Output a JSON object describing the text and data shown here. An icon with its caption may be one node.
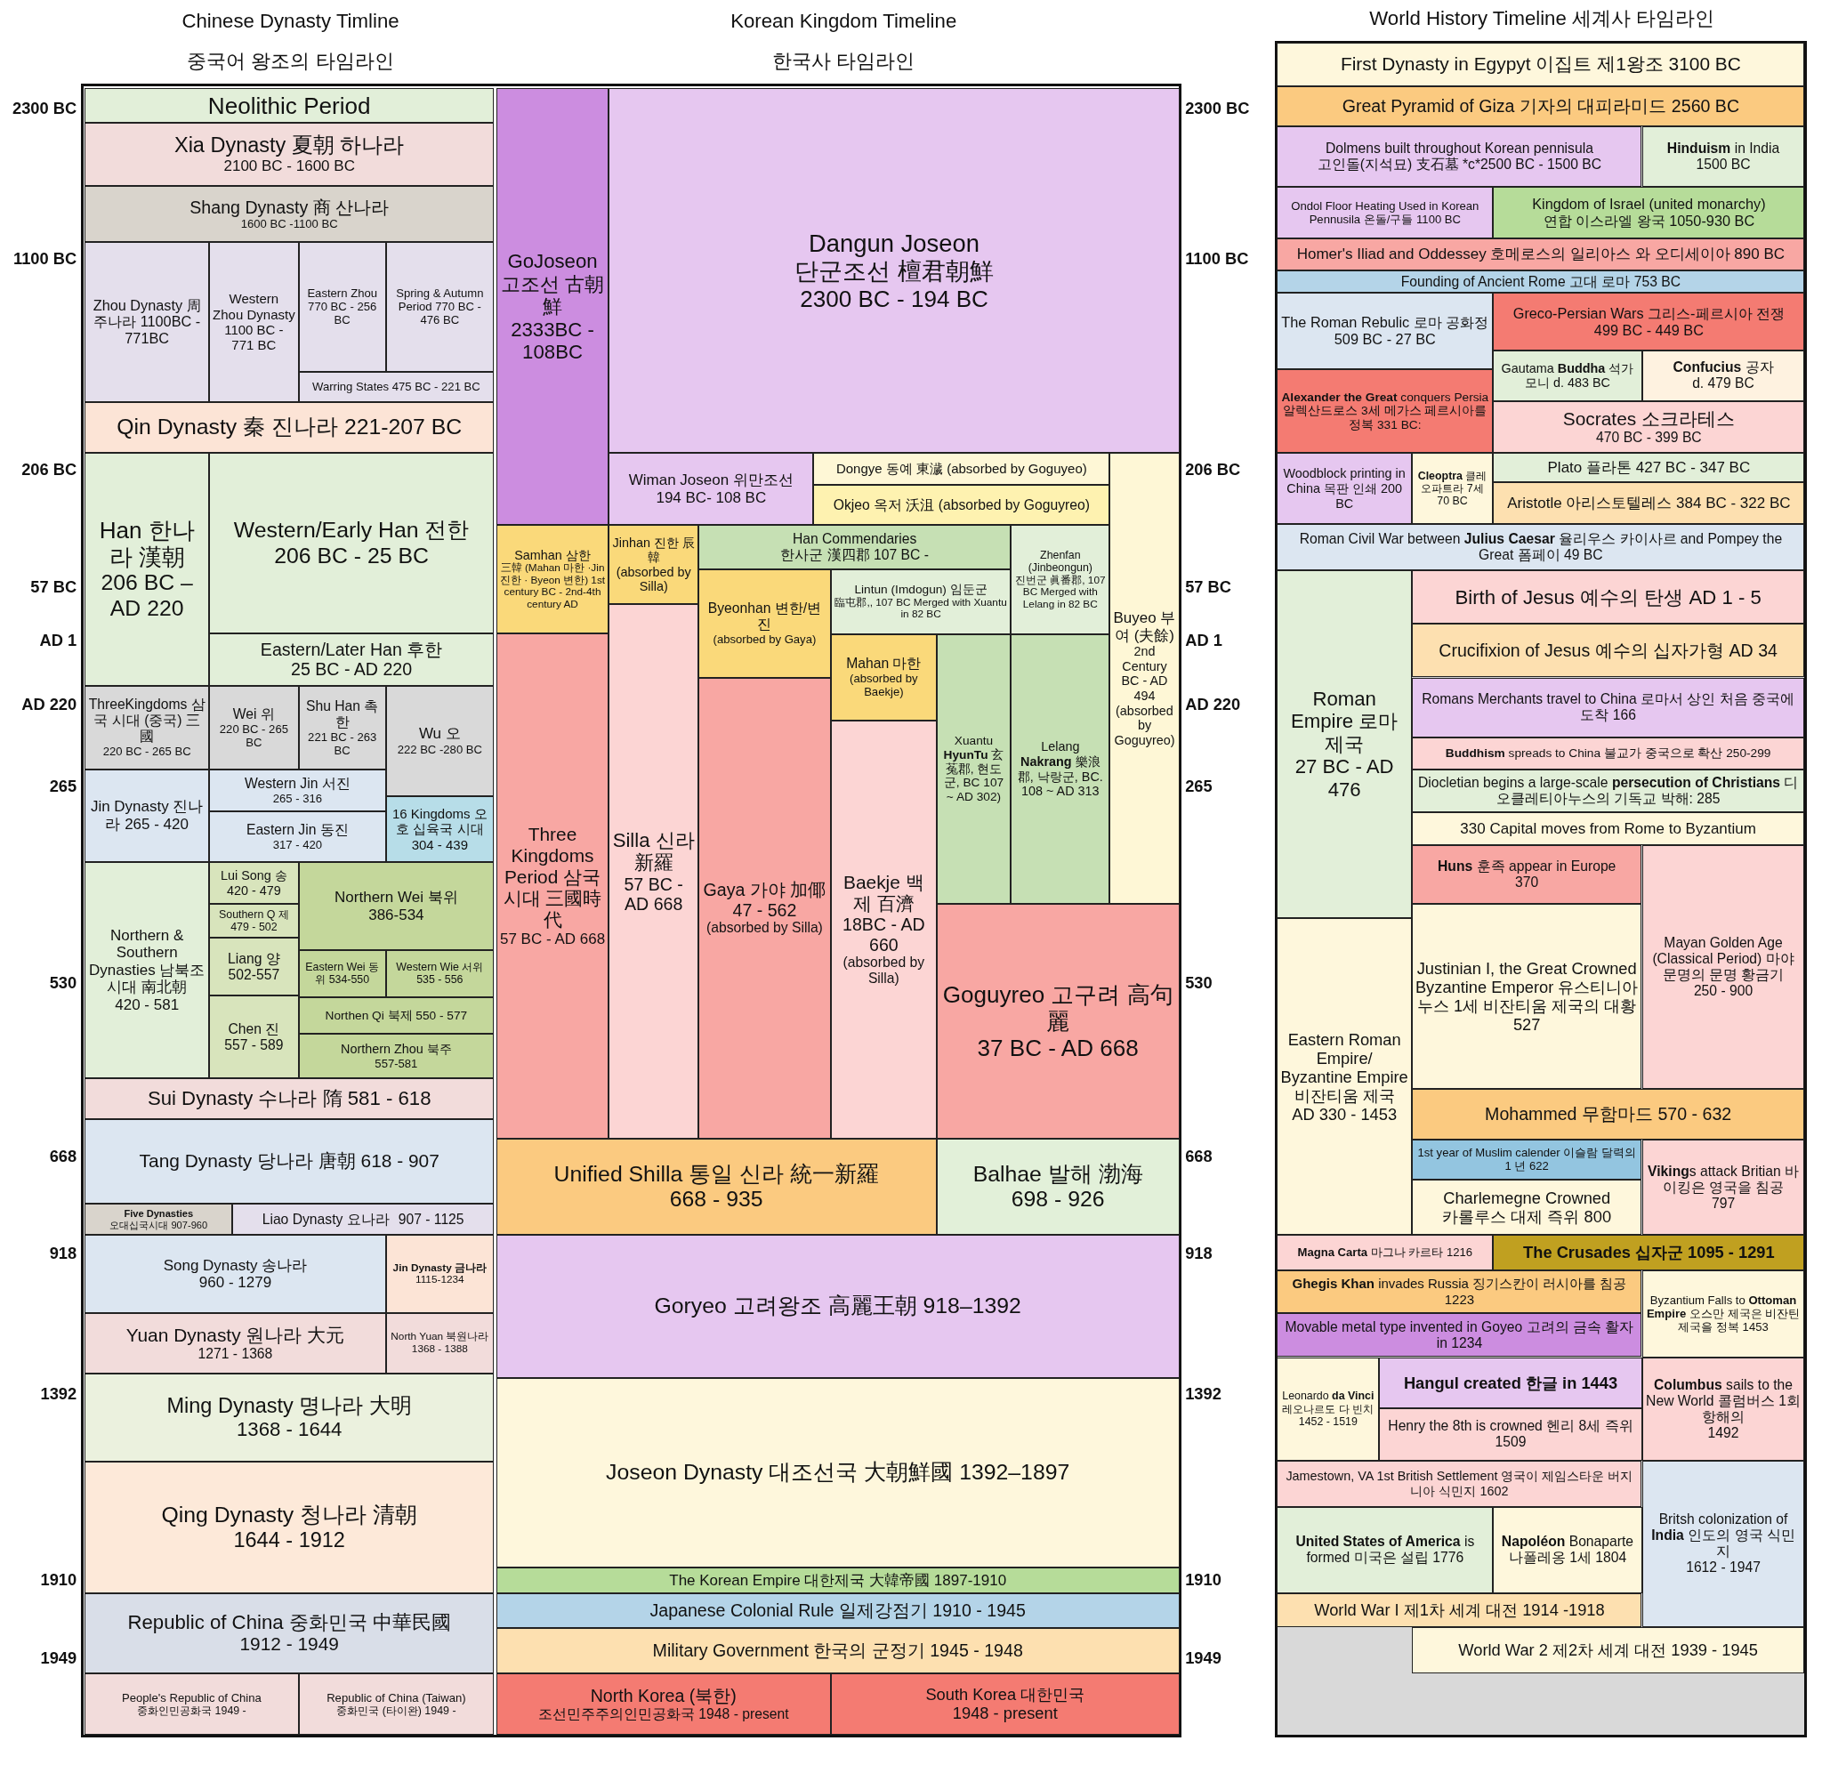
{
  "diagram": {
    "nodes": [
      {
        "text": [
          "Neolithic Period"
        ]
      },
      {
        "text": [
          "Xia Dynasty 夏朝 하나라",
          "2100 BC - 1600 BC"
        ]
      },
      {
        "text": [
          "Shang Dynasty 商 산나라",
          "1600 BC -1100 BC"
        ]
      },
      {
        "text": [
          "Zhou Dynasty 周 주나라 1100BC - 771BC"
        ]
      },
      {
        "text": [
          "Western Zhou Dynasty 1100 BC - 771 BC"
        ]
      },
      {
        "text": [
          "Eastern Zhou 770 BC - 256 BC"
        ]
      },
      {
        "text": [
          "Spring & Autumn Period 770 BC - 476 BC"
        ]
      },
      {
        "text": [
          "Warring States 475 BC - 221 BC"
        ]
      },
      {
        "text": [
          "Qin Dynasty 秦 진나라 221-207 BC"
        ]
      },
      {
        "text": [
          "Han 한나라 漢朝",
          "206 BC – AD 220"
        ]
      },
      {
        "text": [
          "Western/Early Han 전한",
          "206 BC - 25 BC"
        ]
      },
      {
        "text": [
          "Eastern/Later Han 후한",
          "25 BC - AD 220"
        ]
      },
      {
        "text": [
          "ThreeKingdoms 삼국 시대 (중국) 三國",
          "220 BC - 265 BC"
        ]
      },
      {
        "text": [
          "Wei 위",
          "220 BC - 265 BC"
        ]
      },
      {
        "text": [
          "Shu Han 촉한",
          "221 BC - 263 BC"
        ]
      },
      {
        "text": [
          "Wu 오",
          "222 BC -280 BC"
        ]
      },
      {
        "text": [
          "Jin Dynasty 진나라 265 - 420"
        ]
      },
      {
        "text": [
          "Western Jin 서진",
          "265 - 316"
        ]
      },
      {
        "text": [
          "Eastern Jin 동진",
          "317 - 420"
        ]
      },
      {
        "text": [
          "16 Kingdoms 오호 십육국 시대 304 - 439"
        ]
      },
      {
        "text": [
          "Northern & Southern Dynasties 남북조 시대 南北朝",
          "420 - 581"
        ]
      },
      {
        "text": [
          "Lui Song 송 420 - 479"
        ]
      },
      {
        "text": [
          "Southern Q 제",
          "479 - 502"
        ]
      },
      {
        "text": [
          "Liang 양",
          "502-557"
        ]
      },
      {
        "text": [
          "Chen 진",
          "557 - 589"
        ]
      },
      {
        "text": [
          "Northern Wei 북위",
          "386-534"
        ]
      },
      {
        "text": [
          "Eastern Wei 동위 534-550"
        ]
      },
      {
        "text": [
          "Western Wie 서위",
          "535 - 556"
        ]
      },
      {
        "text": [
          "Northen Qi 북제 550 - 577"
        ]
      },
      {
        "text": [
          "Northern Zhou 북주",
          "557-581"
        ]
      },
      {
        "text": [
          "Sui Dynasty 수나라 隋 581 - 618"
        ]
      },
      {
        "text": [
          "Tang Dynasty 당나라 唐朝 618 - 907"
        ]
      },
      {
        "text": [
          "Five Dynasties",
          "오대십국시대 907-960"
        ]
      },
      {
        "text": [
          "Liao Dynasty 요나라",
          "907 - 1125"
        ]
      },
      {
        "text": [
          "Song Dynasty 송나라",
          "960 - 1279"
        ]
      },
      {
        "text": [
          "Jin Dynasty 금나라",
          "1115-1234"
        ]
      },
      {
        "text": [
          "Yuan Dynasty 원나라 大元",
          "1271 - 1368"
        ]
      },
      {
        "text": [
          "North Yuan 북원나라",
          "1368 - 1388"
        ]
      },
      {
        "text": [
          "Ming Dynasty 명나라 大明",
          "1368 - 1644"
        ]
      },
      {
        "text": [
          "Qing Dynasty 청나라 清朝",
          "1644 - 1912"
        ]
      },
      {
        "text": [
          "Republic of China 중화민국 中華民國",
          "1912 - 1949"
        ]
      },
      {
        "text": [
          "People's Republic of China",
          "중화인민공화국 1949 -"
        ]
      },
      {
        "text": [
          "Republic of China (Taiwan)",
          "중화민국 (타이완) 1949 -"
        ]
      },
      {
        "text": [
          "GoJoseon 고조선 古朝鮮",
          "2333BC - 108BC"
        ]
      },
      {
        "text": [
          "Dangun Joseon",
          "단군조선 檀君朝鮮",
          "2300 BC - 194 BC"
        ]
      },
      {
        "text": [
          "Wiman Joseon 위만조선",
          "194 BC- 108 BC"
        ]
      },
      {
        "text": [
          "Dongye 동예 東濊 (absorbed by Goguyeo)"
        ]
      },
      {
        "text": [
          "Okjeo 옥저 沃沮 (absorbed by Goguyreo)"
        ]
      },
      {
        "text": [
          "Buyeo 부여 (夫餘)",
          "2nd Century BC - AD 494 (absorbed by Goguyreo)"
        ]
      },
      {
        "text": [
          "Samhan 삼한",
          "三韓 (Mahan 마한 ·Jin 진한 · Byeon 변한) 1st century BC - 2nd-4th century AD"
        ]
      },
      {
        "text": [
          "Jinhan 진한 辰韓",
          "(absorbed by Silla)"
        ]
      },
      {
        "text": [
          "Han Commendaries",
          "한사군 漢四郡 107 BC -"
        ]
      },
      {
        "text": [
          "Zhenfan (Jinbeongun)",
          "진번군 眞番郡, 107 BC Merged with Lelang in 82 BC"
        ]
      },
      {
        "text": [
          "Byeonhan 변한/변진",
          "(absorbed by Gaya)"
        ]
      },
      {
        "text": [
          "Lintun (Imdogun) 임둔군",
          "臨屯郡,, 107 BC Merged with Xuantu in 82 BC"
        ]
      },
      {
        "text": [
          "Mahan 마한",
          "(absorbed by Baekje)"
        ]
      },
      {
        "text": [
          "Xuantu **HyunTu** 玄菟郡, 현도군, BC 107 ~ AD 302)"
        ]
      },
      {
        "text": [
          "Lelang **Nakrang** 樂浪郡, 낙랑군, BC. 108 ~ AD 313"
        ]
      },
      {
        "text": [
          "Three Kingdoms Period 삼국시대 三國時代",
          "57 BC - AD 668"
        ]
      },
      {
        "text": [
          "Silla 신라 新羅",
          "57 BC - AD 668"
        ]
      },
      {
        "text": [
          "Gaya 가야 加倻",
          "47 - 562",
          "(absorbed by Silla)"
        ]
      },
      {
        "text": [
          "Baekje 백제 百濟",
          "18BC - AD 660",
          "(absorbed by Silla)"
        ]
      },
      {
        "text": [
          "Goguyreo 고구려 高句麗",
          "37 BC - AD 668"
        ]
      },
      {
        "text": [
          "Unified Shilla 통일 신라 統一新羅",
          "668 - 935"
        ]
      },
      {
        "text": [
          "Balhae 발해 渤海",
          "698 - 926"
        ]
      },
      {
        "text": [
          "Goryeo 고려왕조 高麗王朝 918–1392"
        ]
      },
      {
        "text": [
          "Joseon Dynasty 대조선국 大朝鮮國 1392–1897"
        ]
      },
      {
        "text": [
          "The Korean Empire 대한제국 大韓帝國 1897-1910"
        ]
      },
      {
        "text": [
          "Japanese Colonial Rule 일제강점기 1910 - 1945"
        ]
      },
      {
        "text": [
          "Military Government 한국의 군정기 1945 - 1948"
        ]
      },
      {
        "text": [
          "North Korea (북한)",
          "조선민주주의인민공화국 1948 - present"
        ]
      },
      {
        "text": [
          "South Korea 대한민국",
          "1948 - present"
        ]
      },
      {
        "text": [
          "First Dynasty in Egypyt 이집트 제1왕조 3100 BC"
        ]
      },
      {
        "text": [
          "Great Pyramid of Giza 기자의 대피라미드 2560 BC"
        ]
      },
      {
        "text": [
          "Dolmens built throughout Korean pennisula",
          "고인돌(지석묘) 支石墓 *c*2500 BC - 1500 BC"
        ]
      },
      {
        "text": [
          "**Hinduism** in India",
          "1500 BC"
        ]
      },
      {
        "text": [
          "Ondol Floor Heating Used in Korean Pennusila 온돌/구들 1100 BC"
        ]
      },
      {
        "text": [
          "Kingdom of Israel (united monarchy)",
          "연합 이스라엘 왕국 1050-930 BC"
        ]
      },
      {
        "text": [
          "Homer's Iliad and Oddessey 호메로스의 일리아스 와 오디세이아 890 BC"
        ]
      },
      {
        "text": [
          "Founding of Ancient Rome 고대 로마 753 BC"
        ]
      },
      {
        "text": [
          "The Roman Rebulic 로마 공화정 509 BC - 27 BC"
        ]
      },
      {
        "text": [
          "Greco-Persian Wars 그리스-페르시아 전쟁",
          "499 BC - 449 BC"
        ]
      },
      {
        "text": [
          "Gautama **Buddha** 석가모니 d. 483 BC"
        ]
      },
      {
        "text": [
          "**Confucius** 공자",
          "d. 479 BC"
        ]
      },
      {
        "text": [
          "**Alexander the Great** conquers Persia 알렉산드로스 3세 메가스 페르시아를 정복 331 BC:"
        ]
      },
      {
        "text": [
          "Socrates 소크라테스",
          "470 BC - 399 BC"
        ]
      },
      {
        "text": [
          "Woodblock printing in China 목판 인쇄 200 BC"
        ]
      },
      {
        "text": [
          "**Cleoptra** 클레오파트라 7세 70 BC"
        ]
      },
      {
        "text": [
          "Plato 플라톤 427 BC - 347 BC"
        ]
      },
      {
        "text": [
          "Aristotle 아리스토텔레스 384 BC - 322 BC"
        ]
      },
      {
        "text": [
          "Roman Civil War between **Julius Caesar** 율리우스 카이사르 and Pompey the Great 폼페이 49 BC"
        ]
      },
      {
        "text": [
          "Roman Empire 로마 제국",
          "27 BC - AD 476"
        ]
      },
      {
        "text": [
          "Birth of Jesus 예수의 탄생 AD 1 - 5"
        ]
      },
      {
        "text": [
          "Crucifixion of Jesus 예수의 십자가형 AD 34"
        ]
      },
      {
        "text": [
          "Romans Merchants travel to China 로마서 상인 처음 중국에 도착 166"
        ]
      },
      {
        "text": [
          "**Buddhism** spreads to China 불교가 중국으로 확산 250-299"
        ]
      },
      {
        "text": [
          "Diocletian begins a large-scale **persecution of Christians** 디오클레티아누스의 기독교 박해: 285"
        ]
      },
      {
        "text": [
          "330 Capital moves from Rome to Byzantium"
        ]
      },
      {
        "text": [
          "Eastern Roman Empire/ Byzantine Empire 비잔티움 제국",
          "AD 330 - 1453"
        ]
      },
      {
        "text": [
          "**Huns** 훈족 appear in Europe",
          "370"
        ]
      },
      {
        "text": [
          "Mayan Golden Age (Classical Period) 마야 문명의 문명 황금기",
          "250 - 900"
        ]
      },
      {
        "text": [
          "Justinian I, the Great Crowned Byzantine Emperor 유스티니아누스 1세 비잔티움 제국의 대황 527"
        ]
      },
      {
        "text": [
          "Mohammed 무함마드 570 - 632"
        ]
      },
      {
        "text": [
          "1st year of Muslim calender 이슬람 달력의 1 년 622"
        ]
      },
      {
        "text": [
          "Charlemegne Crowned",
          "카롤루스 대제 즉위 800"
        ]
      },
      {
        "text": [
          "**Viking**s attack Britian 바이킹은 영국을 침공",
          "797"
        ]
      },
      {
        "text": [
          "**Magna Carta** 마그나 카르타 1216"
        ]
      },
      {
        "text": [
          "The Crusades 십자군 1095 - 1291"
        ]
      },
      {
        "text": [
          "**Ghegis Khan** invades Russia 징기스칸이 러시아를 침공 1223"
        ]
      },
      {
        "text": [
          "Byzantium Falls to **Ottoman Empire** 오스만 제국은 비잔틴 제국을 정복 1453"
        ]
      },
      {
        "text": [
          "Movable metal type invented in Goyeo 고려의 금속 활자 in 1234"
        ]
      },
      {
        "text": [
          "Leonardo **da Vinci** 레오나르도 다 빈치 1452 - 1519"
        ]
      },
      {
        "text": [
          "Hangul created 한글 in 1443"
        ]
      },
      {
        "text": [
          "Henry the 8th is crowned 헨리 8세 즉위 1509"
        ]
      },
      {
        "text": [
          "**Columbus** sails to the New World 콜럼버스 1회 항해의",
          "1492"
        ]
      },
      {
        "text": [
          "Jamestown, VA 1st British Settlement 영국이 제임스타운 버지니아 식민지 1602"
        ]
      },
      {
        "text": [
          "**United States of America** is formed 미국은 설립 1776"
        ]
      },
      {
        "text": [
          "**Napoléon** Bonaparte 나폴레옹 1세 1804"
        ]
      },
      {
        "text": [
          "Britsh colonization of **India** 인도의 영국 식민지",
          "1612 - 1947"
        ]
      },
      {
        "text": [
          "World War I 제1차 세계 대전 1914 -1918"
        ]
      },
      {
        "text": [
          "World War 2 제2차 세계 대전 1939 - 1945"
        ]
      }
    ],
    "labels": [
      "Chinese Dynasty Timline",
      "중국어 왕조의 타임라인",
      "Korean Kingdom Timeline",
      "한국사 타임라인",
      "World History Timeline 세계사 타임라인",
      "2300 BC",
      "1100 BC",
      "206 BC",
      "57 BC",
      "AD 1",
      "AD 220",
      "265",
      "530",
      "668",
      "918",
      "1392",
      "1910",
      "1949",
      "2300 BC",
      "1100 BC",
      "206 BC",
      "57 BC",
      "AD 1",
      "AD 220",
      "265",
      "530",
      "668",
      "918",
      "1392",
      "1910",
      "1949"
    ]
  }
}
